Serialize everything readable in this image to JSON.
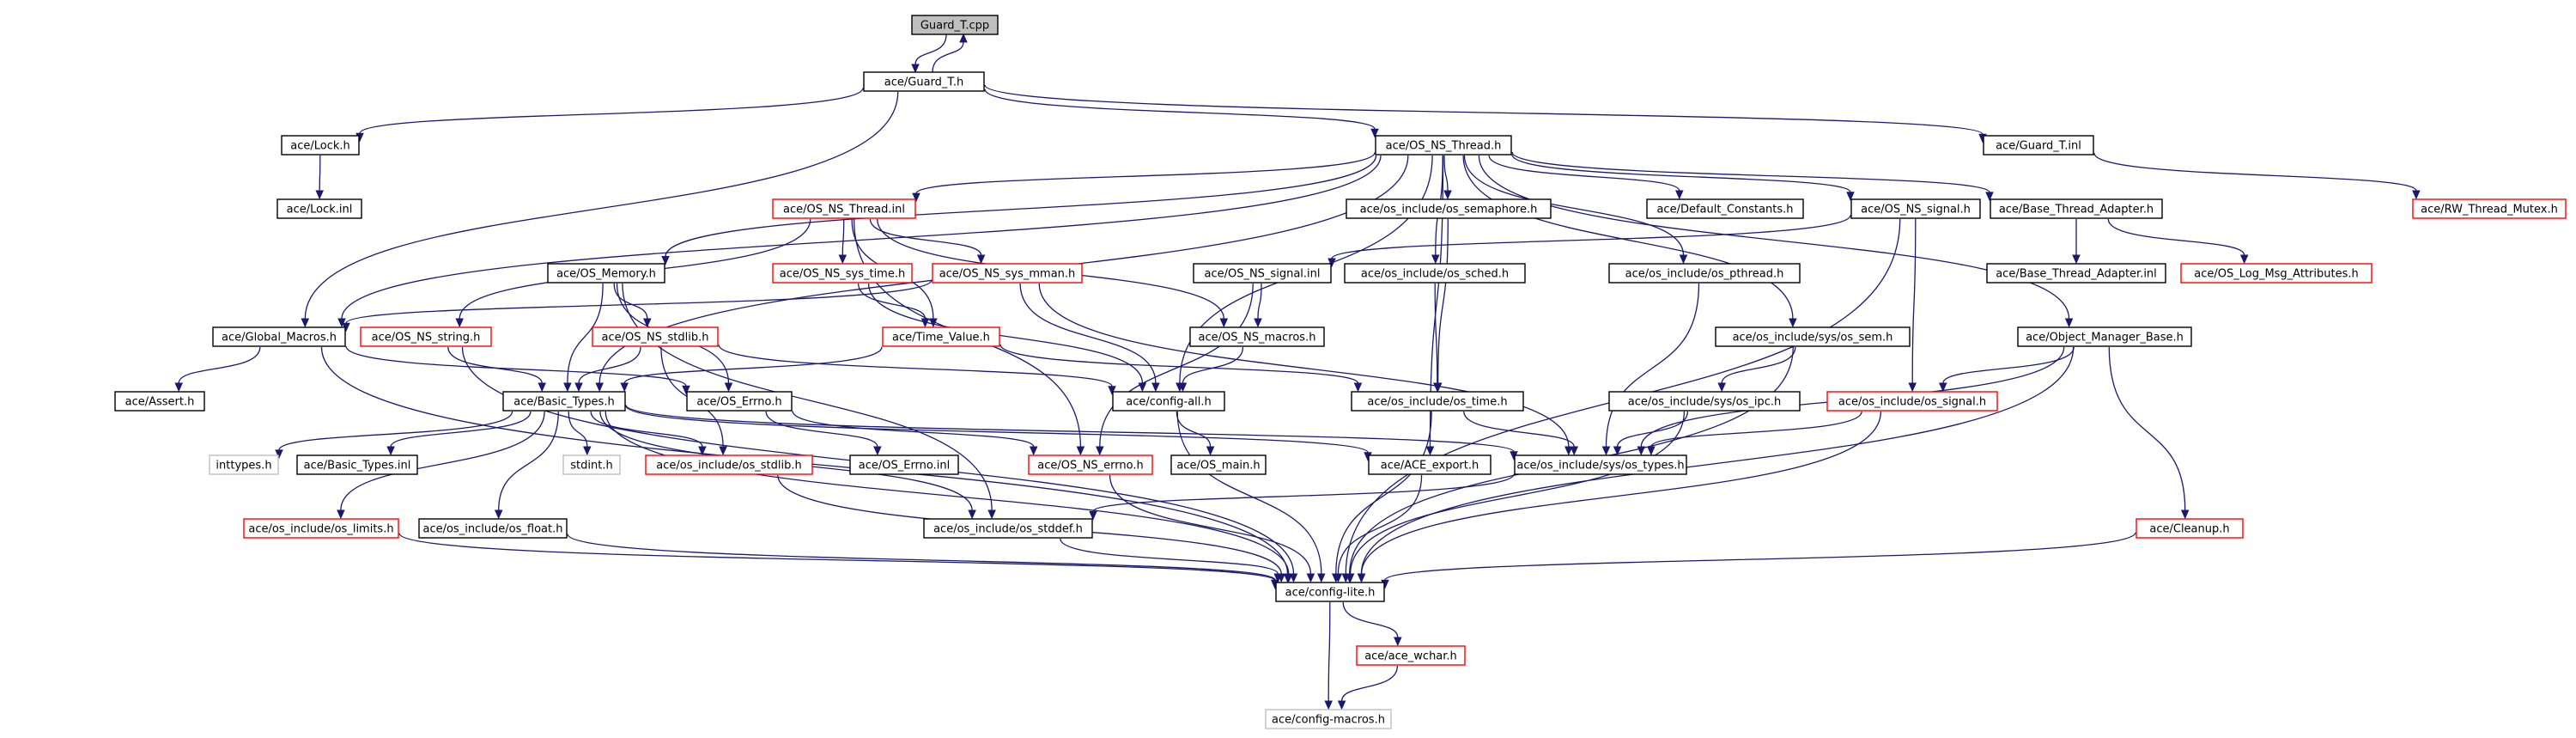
{
  "colors": {
    "edge": "#191970",
    "border_normal": "#000000",
    "border_truncated": "#ff0000",
    "border_file_missing": "#bfbfbf",
    "fill_normal": "#ffffff",
    "fill_root": "#bfbfbf"
  },
  "nodes": [
    {
      "id": "guard_cpp",
      "label": "Guard_T.cpp",
      "kind": "root"
    },
    {
      "id": "guard_h",
      "label": "ace/Guard_T.h",
      "kind": "normal"
    },
    {
      "id": "lock_h",
      "label": "ace/Lock.h",
      "kind": "normal"
    },
    {
      "id": "lock_inl",
      "label": "ace/Lock.inl",
      "kind": "normal"
    },
    {
      "id": "os_ns_thread_h",
      "label": "ace/OS_NS_Thread.h",
      "kind": "normal"
    },
    {
      "id": "guard_inl",
      "label": "ace/Guard_T.inl",
      "kind": "normal"
    },
    {
      "id": "rw_mutex",
      "label": "ace/RW_Thread_Mutex.h",
      "kind": "truncated"
    },
    {
      "id": "os_ns_thread_inl",
      "label": "ace/OS_NS_Thread.inl",
      "kind": "truncated"
    },
    {
      "id": "os_semaphore",
      "label": "ace/os_include/os_semaphore.h",
      "kind": "normal"
    },
    {
      "id": "default_constants",
      "label": "ace/Default_Constants.h",
      "kind": "normal"
    },
    {
      "id": "os_ns_signal_h",
      "label": "ace/OS_NS_signal.h",
      "kind": "normal"
    },
    {
      "id": "base_thread_adapter_h",
      "label": "ace/Base_Thread_Adapter.h",
      "kind": "normal"
    },
    {
      "id": "os_memory",
      "label": "ace/OS_Memory.h",
      "kind": "normal"
    },
    {
      "id": "os_ns_sys_time",
      "label": "ace/OS_NS_sys_time.h",
      "kind": "truncated"
    },
    {
      "id": "os_ns_sys_mman",
      "label": "ace/OS_NS_sys_mman.h",
      "kind": "truncated"
    },
    {
      "id": "os_ns_signal_inl",
      "label": "ace/OS_NS_signal.inl",
      "kind": "normal"
    },
    {
      "id": "os_sched",
      "label": "ace/os_include/os_sched.h",
      "kind": "normal"
    },
    {
      "id": "os_pthread",
      "label": "ace/os_include/os_pthread.h",
      "kind": "normal"
    },
    {
      "id": "base_thread_adapter_inl",
      "label": "ace/Base_Thread_Adapter.inl",
      "kind": "normal"
    },
    {
      "id": "os_log_msg",
      "label": "ace/OS_Log_Msg_Attributes.h",
      "kind": "truncated"
    },
    {
      "id": "global_macros",
      "label": "ace/Global_Macros.h",
      "kind": "normal"
    },
    {
      "id": "os_ns_string",
      "label": "ace/OS_NS_string.h",
      "kind": "truncated"
    },
    {
      "id": "os_ns_stdlib_h",
      "label": "ace/OS_NS_stdlib.h",
      "kind": "truncated"
    },
    {
      "id": "time_value",
      "label": "ace/Time_Value.h",
      "kind": "truncated"
    },
    {
      "id": "os_ns_macros",
      "label": "ace/OS_NS_macros.h",
      "kind": "normal"
    },
    {
      "id": "sys_os_sem",
      "label": "ace/os_include/sys/os_sem.h",
      "kind": "normal"
    },
    {
      "id": "object_manager_base",
      "label": "ace/Object_Manager_Base.h",
      "kind": "normal"
    },
    {
      "id": "assert_h",
      "label": "ace/Assert.h",
      "kind": "normal"
    },
    {
      "id": "basic_types_h",
      "label": "ace/Basic_Types.h",
      "kind": "normal"
    },
    {
      "id": "os_errno_h",
      "label": "ace/OS_Errno.h",
      "kind": "normal"
    },
    {
      "id": "config_all",
      "label": "ace/config-all.h",
      "kind": "normal"
    },
    {
      "id": "os_time",
      "label": "ace/os_include/os_time.h",
      "kind": "normal"
    },
    {
      "id": "sys_os_ipc",
      "label": "ace/os_include/sys/os_ipc.h",
      "kind": "normal"
    },
    {
      "id": "os_include_signal",
      "label": "ace/os_include/os_signal.h",
      "kind": "truncated"
    },
    {
      "id": "inttypes",
      "label": "inttypes.h",
      "kind": "missing"
    },
    {
      "id": "basic_types_inl",
      "label": "ace/Basic_Types.inl",
      "kind": "normal"
    },
    {
      "id": "stdint",
      "label": "stdint.h",
      "kind": "missing"
    },
    {
      "id": "os_include_stdlib",
      "label": "ace/os_include/os_stdlib.h",
      "kind": "truncated"
    },
    {
      "id": "os_errno_inl",
      "label": "ace/OS_Errno.inl",
      "kind": "normal"
    },
    {
      "id": "os_ns_errno",
      "label": "ace/OS_NS_errno.h",
      "kind": "truncated"
    },
    {
      "id": "os_main",
      "label": "ace/OS_main.h",
      "kind": "normal"
    },
    {
      "id": "ace_export",
      "label": "ace/ACE_export.h",
      "kind": "normal"
    },
    {
      "id": "sys_os_types",
      "label": "ace/os_include/sys/os_types.h",
      "kind": "normal"
    },
    {
      "id": "os_limits",
      "label": "ace/os_include/os_limits.h",
      "kind": "truncated"
    },
    {
      "id": "os_float",
      "label": "ace/os_include/os_float.h",
      "kind": "normal"
    },
    {
      "id": "os_stddef",
      "label": "ace/os_include/os_stddef.h",
      "kind": "normal"
    },
    {
      "id": "cleanup",
      "label": "ace/Cleanup.h",
      "kind": "truncated"
    },
    {
      "id": "config_lite",
      "label": "ace/config-lite.h",
      "kind": "normal"
    },
    {
      "id": "ace_wchar",
      "label": "ace/ace_wchar.h",
      "kind": "truncated"
    },
    {
      "id": "config_macros",
      "label": "ace/config-macros.h",
      "kind": "missing"
    }
  ],
  "edges": [
    [
      "guard_cpp",
      "guard_h"
    ],
    [
      "guard_h",
      "guard_cpp"
    ],
    [
      "guard_h",
      "lock_h"
    ],
    [
      "guard_h",
      "os_ns_thread_h"
    ],
    [
      "guard_h",
      "guard_inl"
    ],
    [
      "guard_h",
      "global_macros"
    ],
    [
      "lock_h",
      "lock_inl"
    ],
    [
      "guard_inl",
      "rw_mutex"
    ],
    [
      "os_ns_thread_h",
      "os_ns_thread_inl"
    ],
    [
      "os_ns_thread_h",
      "os_semaphore"
    ],
    [
      "os_ns_thread_h",
      "default_constants"
    ],
    [
      "os_ns_thread_h",
      "os_ns_signal_h"
    ],
    [
      "os_ns_thread_h",
      "base_thread_adapter_h"
    ],
    [
      "os_ns_thread_h",
      "os_memory"
    ],
    [
      "os_ns_thread_h",
      "os_sched"
    ],
    [
      "os_ns_thread_h",
      "os_pthread"
    ],
    [
      "os_ns_thread_h",
      "sys_os_sem"
    ],
    [
      "os_ns_thread_h",
      "object_manager_base"
    ],
    [
      "os_ns_thread_h",
      "global_macros"
    ],
    [
      "os_ns_thread_h",
      "basic_types_h"
    ],
    [
      "os_ns_thread_h",
      "config_all"
    ],
    [
      "os_ns_thread_h",
      "ace_export"
    ],
    [
      "os_ns_thread_inl",
      "os_ns_sys_time"
    ],
    [
      "os_ns_thread_inl",
      "os_ns_sys_mman"
    ],
    [
      "os_ns_thread_inl",
      "os_ns_string"
    ],
    [
      "os_ns_thread_inl",
      "os_ns_macros"
    ],
    [
      "os_ns_thread_inl",
      "time_value"
    ],
    [
      "os_ns_thread_inl",
      "os_ns_errno"
    ],
    [
      "os_semaphore",
      "os_time"
    ],
    [
      "os_ns_signal_h",
      "os_ns_signal_inl"
    ],
    [
      "os_ns_signal_h",
      "os_include_signal"
    ],
    [
      "os_ns_signal_h",
      "config_lite"
    ],
    [
      "base_thread_adapter_h",
      "base_thread_adapter_inl"
    ],
    [
      "base_thread_adapter_h",
      "os_log_msg"
    ],
    [
      "os_memory",
      "os_ns_stdlib_h"
    ],
    [
      "os_memory",
      "basic_types_h"
    ],
    [
      "os_memory",
      "os_errno_h"
    ],
    [
      "os_memory",
      "os_stddef"
    ],
    [
      "os_ns_sys_time",
      "time_value"
    ],
    [
      "os_ns_sys_time",
      "config_all"
    ],
    [
      "os_ns_sys_mman",
      "global_macros"
    ],
    [
      "os_ns_sys_mman",
      "config_all"
    ],
    [
      "os_ns_sys_mman",
      "sys_os_types"
    ],
    [
      "os_ns_signal_inl",
      "os_ns_macros"
    ],
    [
      "os_ns_signal_inl",
      "os_ns_errno"
    ],
    [
      "os_sched",
      "os_time"
    ],
    [
      "os_pthread",
      "sys_os_types"
    ],
    [
      "global_macros",
      "assert_h"
    ],
    [
      "global_macros",
      "os_errno_h"
    ],
    [
      "global_macros",
      "config_lite"
    ],
    [
      "os_ns_string",
      "basic_types_h"
    ],
    [
      "os_ns_string",
      "config_lite"
    ],
    [
      "os_ns_stdlib_h",
      "basic_types_h"
    ],
    [
      "os_ns_stdlib_h",
      "config_all"
    ],
    [
      "os_ns_stdlib_h",
      "os_include_stdlib"
    ],
    [
      "time_value",
      "basic_types_h"
    ],
    [
      "time_value",
      "os_time"
    ],
    [
      "os_ns_macros",
      "config_all"
    ],
    [
      "sys_os_sem",
      "sys_os_ipc"
    ],
    [
      "sys_os_sem",
      "config_lite"
    ],
    [
      "object_manager_base",
      "os_include_signal"
    ],
    [
      "object_manager_base",
      "sys_os_types"
    ],
    [
      "object_manager_base",
      "cleanup"
    ],
    [
      "object_manager_base",
      "config_lite"
    ],
    [
      "basic_types_h",
      "inttypes"
    ],
    [
      "basic_types_h",
      "basic_types_inl"
    ],
    [
      "basic_types_h",
      "stdint"
    ],
    [
      "basic_types_h",
      "os_include_stdlib"
    ],
    [
      "basic_types_h",
      "os_limits"
    ],
    [
      "basic_types_h",
      "os_float"
    ],
    [
      "basic_types_h",
      "os_stddef"
    ],
    [
      "basic_types_h",
      "config_lite"
    ],
    [
      "basic_types_h",
      "sys_os_types"
    ],
    [
      "basic_types_h",
      "ace_export"
    ],
    [
      "os_errno_h",
      "os_errno_inl"
    ],
    [
      "os_errno_h",
      "os_ns_errno"
    ],
    [
      "config_all",
      "os_main"
    ],
    [
      "config_all",
      "config_lite"
    ],
    [
      "os_time",
      "sys_os_types"
    ],
    [
      "os_time",
      "config_lite"
    ],
    [
      "sys_os_ipc",
      "sys_os_types"
    ],
    [
      "sys_os_ipc",
      "config_lite"
    ],
    [
      "os_include_signal",
      "sys_os_types"
    ],
    [
      "os_include_signal",
      "config_lite"
    ],
    [
      "os_include_stdlib",
      "config_lite"
    ],
    [
      "os_ns_errno",
      "config_lite"
    ],
    [
      "ace_export",
      "config_lite"
    ],
    [
      "sys_os_types",
      "os_stddef"
    ],
    [
      "os_limits",
      "config_lite"
    ],
    [
      "os_float",
      "config_lite"
    ],
    [
      "os_stddef",
      "config_lite"
    ],
    [
      "cleanup",
      "config_lite"
    ],
    [
      "config_lite",
      "ace_wchar"
    ],
    [
      "config_lite",
      "config_macros"
    ],
    [
      "ace_wchar",
      "config_macros"
    ]
  ]
}
